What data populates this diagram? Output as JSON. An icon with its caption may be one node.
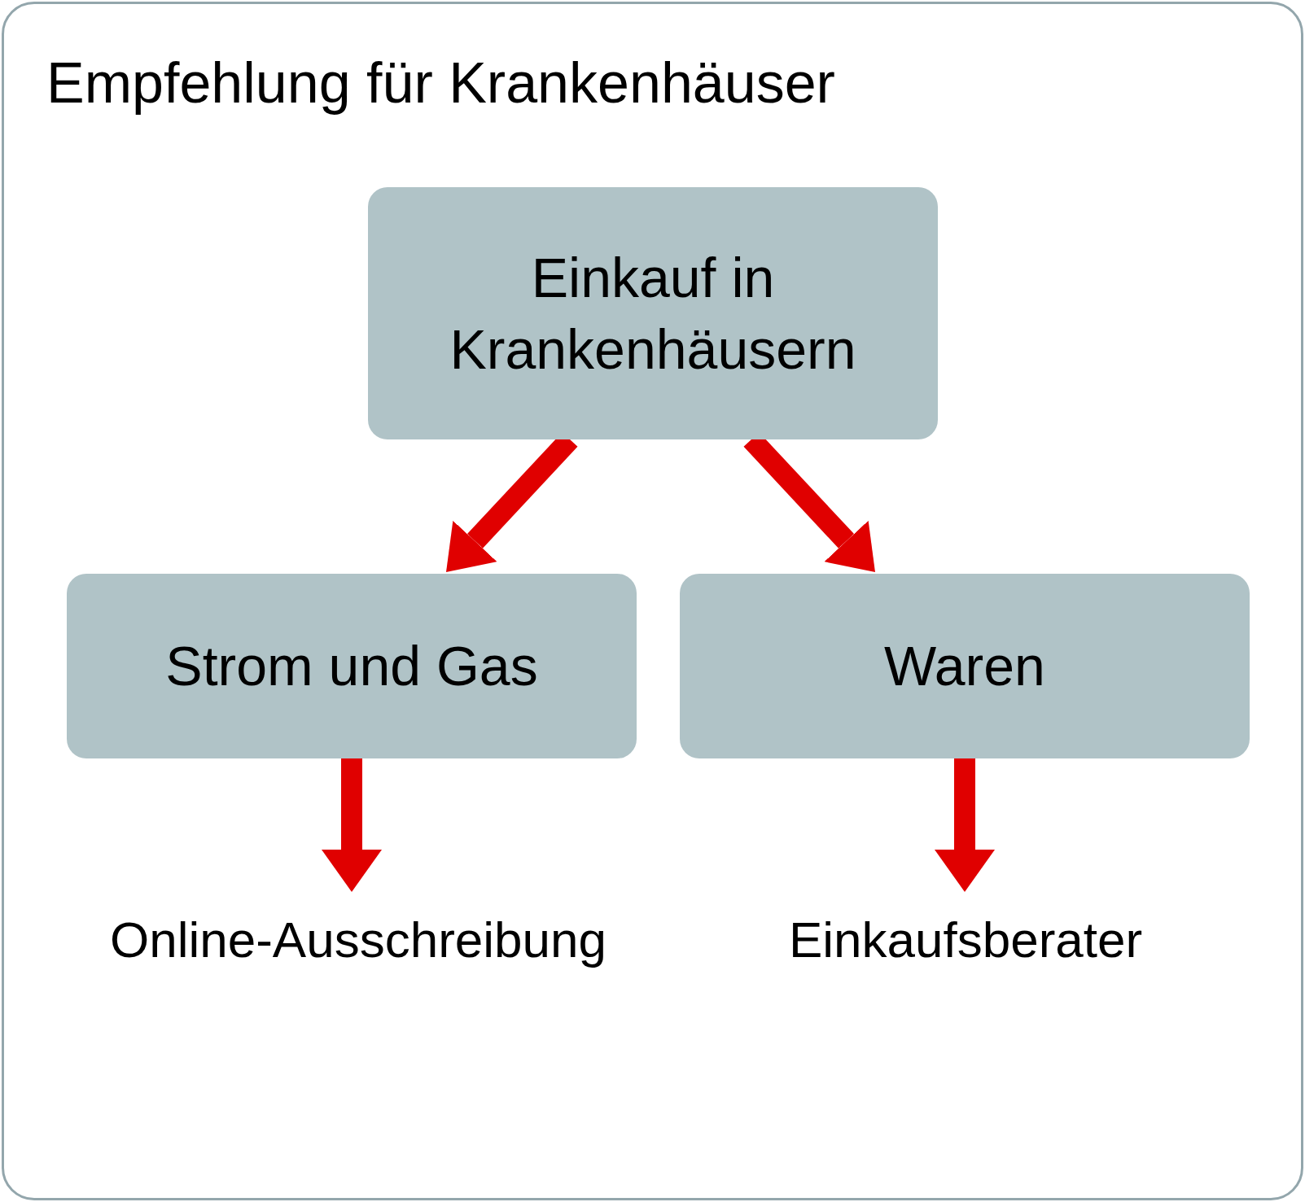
{
  "diagram": {
    "title": "Empfehlung für Krankenhäuser",
    "nodes": [
      {
        "text": [
          "Einkauf in Krankenhäusern"
        ]
      },
      {
        "text": [
          "Strom und Gas"
        ]
      },
      {
        "text": [
          "Waren"
        ]
      },
      {
        "text": [
          "Online-Ausschreibung"
        ]
      },
      {
        "text": [
          "Einkaufsberater"
        ]
      }
    ],
    "edges": [
      {
        "from": 0,
        "to": 1,
        "arrow": "to"
      },
      {
        "from": 0,
        "to": 2,
        "arrow": "to"
      },
      {
        "from": 1,
        "to": 3,
        "arrow": "to"
      },
      {
        "from": 2,
        "to": 4,
        "arrow": "to"
      }
    ]
  }
}
